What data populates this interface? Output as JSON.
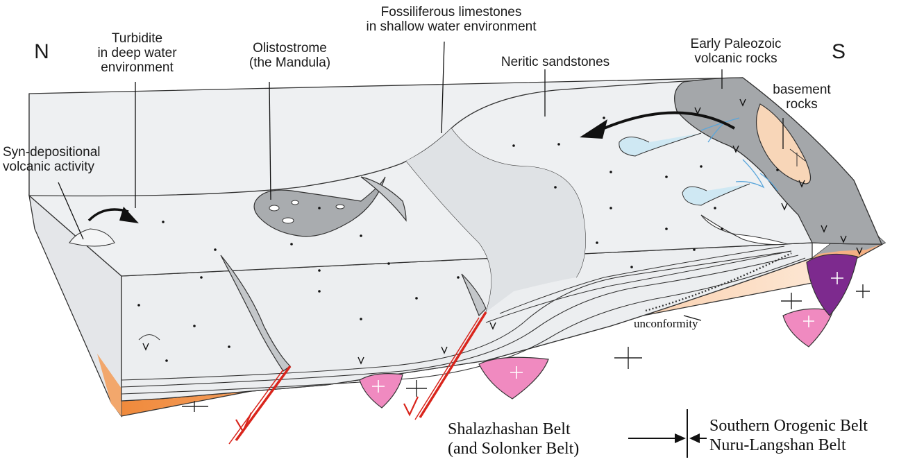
{
  "compass": {
    "north": "N",
    "south": "S"
  },
  "labels": {
    "turbidite": "Turbidite\nin deep water\nenvironment",
    "olistostrome": "Olistostrome\n(the Mandula)",
    "limestones": "Fossiliferous limestones\nin shallow water environment",
    "neritic": "Neritic sandstones",
    "early_paleozoic": "Early Paleozoic\nvolcanic rocks",
    "basement": "basement\nrocks",
    "syn_depositional": "Syn-depositional\nvolcanic activity",
    "unconformity": "unconformity"
  },
  "belts": {
    "left": "Shalazhashan Belt\n(and Solonker Belt)",
    "right": "Southern Orogenic Belt\nNuru-Langshan Belt"
  },
  "colors": {
    "sea_surface": "#eef0f2",
    "sea_edge": "#e2e5e8",
    "basement_orange": "#f2a76c",
    "basement_light": "#fbe3cc",
    "volcanic_grey": "#a4a7aa",
    "granite_pink": "#f08ac0",
    "granite_purple": "#7d2a8e",
    "fault_red": "#d9251c",
    "fan_blue": "#cfe8f3"
  }
}
